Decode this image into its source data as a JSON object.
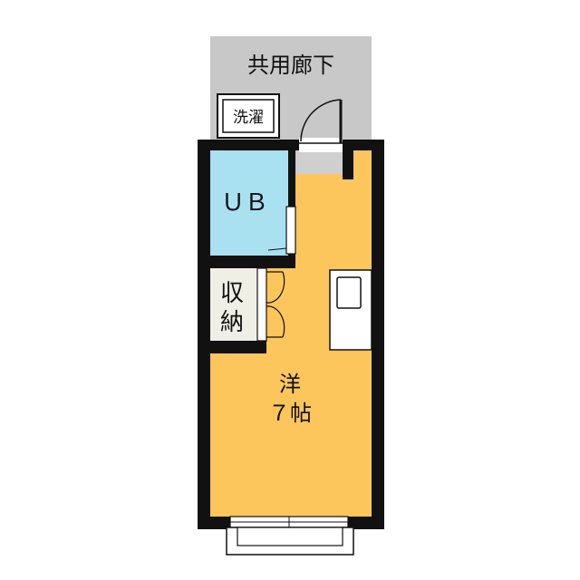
{
  "floorplan": {
    "corridor_label": "共用廊下",
    "laundry_label": "洗濯",
    "bath_label": "ＵＢ",
    "closet_label_line1": "収",
    "closet_label_line2": "納",
    "room_label_line1": "洋",
    "room_label_line2": "７帖"
  },
  "colors": {
    "room_fill": "#fdc65c",
    "bath_fill": "#a9e1f1",
    "corridor_fill": "#c8c8c8",
    "closet_fill": "#efefe6",
    "wall": "#111111"
  }
}
